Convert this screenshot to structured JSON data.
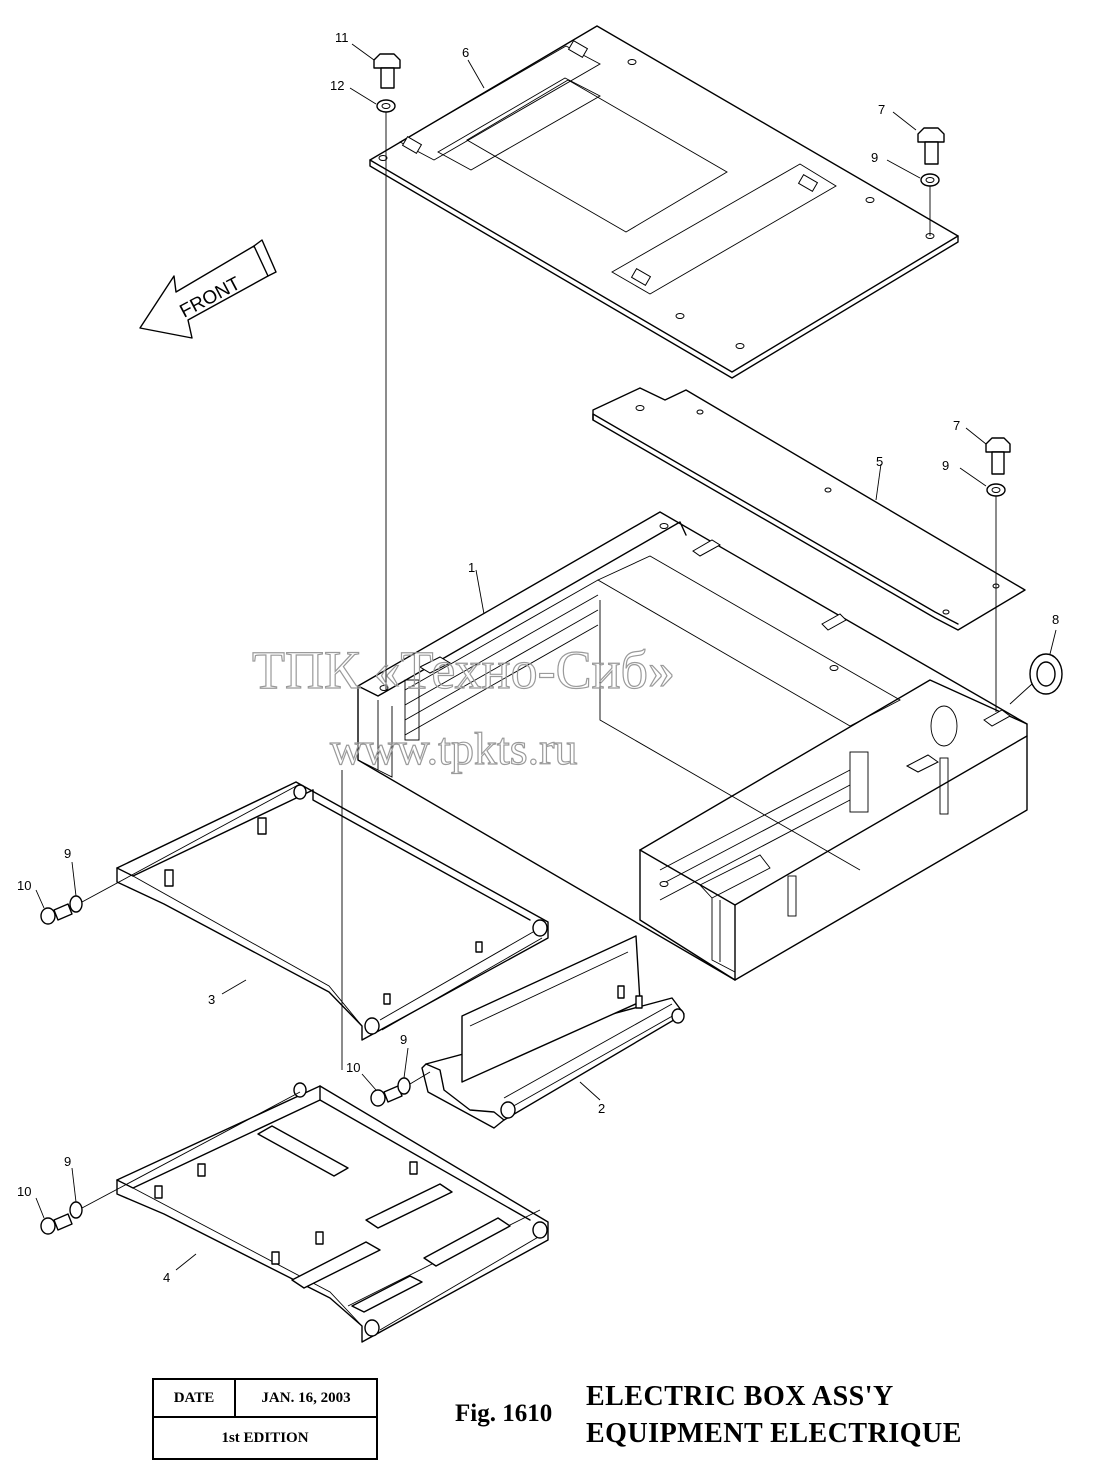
{
  "figure": {
    "number_label": "Fig. 1610",
    "title_en": "ELECTRIC BOX ASS'Y",
    "title_fr": "EQUIPMENT ELECTRIQUE"
  },
  "date_box": {
    "date_label": "DATE",
    "date_value": "JAN. 16, 2003",
    "edition": "1st EDITION"
  },
  "direction_arrow": {
    "label": "FRONT"
  },
  "watermark": {
    "line1": "ТПК «Техно-Сиб»",
    "line2": "www.tpkts.ru"
  },
  "callouts": {
    "c1": "1",
    "c2": "2",
    "c3": "3",
    "c4": "4",
    "c5": "5",
    "c6": "6",
    "c7a": "7",
    "c7b": "7",
    "c8": "8",
    "c9a": "9",
    "c9b": "9",
    "c9c": "9",
    "c9d": "9",
    "c9e": "9",
    "c10a": "10",
    "c10b": "10",
    "c10c": "10",
    "c11": "11",
    "c12": "12"
  }
}
